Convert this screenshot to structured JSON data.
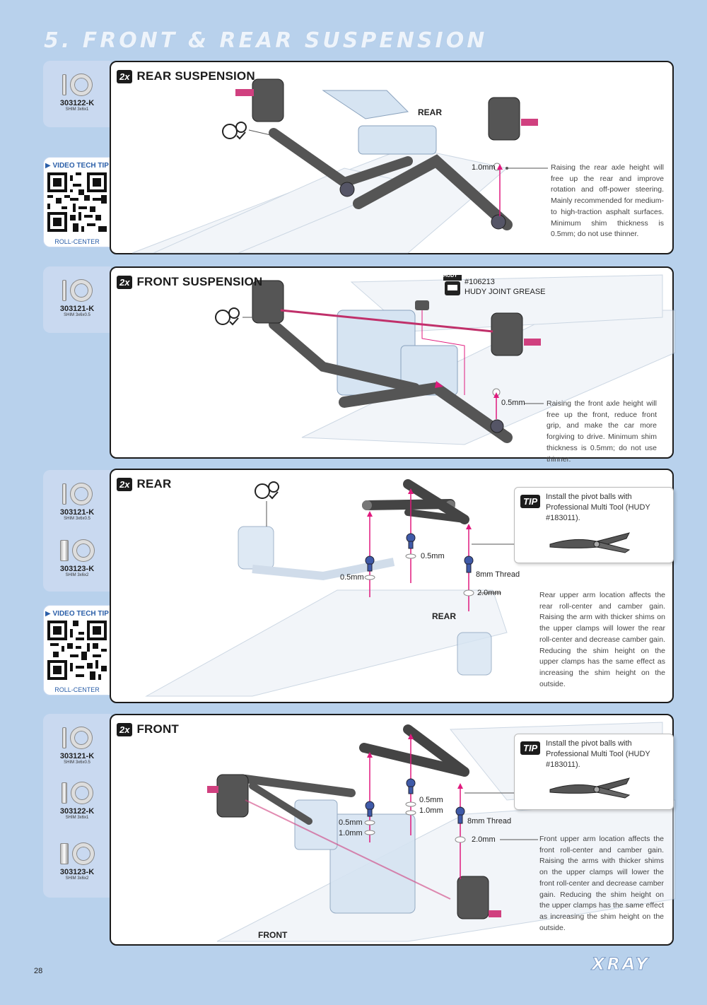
{
  "page_title": "5. FRONT & REAR SUSPENSION",
  "page_number": "28",
  "brand": "XRAY",
  "colors": {
    "accent": "#e0197d",
    "background": "#b8d1ec",
    "card": "#c9d9f0",
    "link": "#2a5ea8"
  },
  "parts": {
    "p303122": {
      "number": "303122-K",
      "desc": "SHIM 3x6x1"
    },
    "p303121": {
      "number": "303121-K",
      "desc": "SHIM 3x6x0.5"
    },
    "p303123": {
      "number": "303123-K",
      "desc": "SHIM 3x6x2"
    }
  },
  "video": {
    "label": "VIDEO TECH TIP",
    "sub": "ROLL-CENTER",
    "icon": "play-circle-icon"
  },
  "steps": {
    "rear_suspension": {
      "count": "2x",
      "title": "REAR SUSPENSION",
      "callout": "1.0mm",
      "orientation": "REAR",
      "note": "Raising the rear axle height will free up the rear and improve rotation and off-power steering. Mainly recommended for medium- to high-traction asphalt surfaces. Minimum shim thickness is 0.5mm; do not use thinner."
    },
    "front_suspension": {
      "count": "2x",
      "title": "FRONT SUSPENSION",
      "grease_brand": "HUDY",
      "grease_code": "#106213",
      "grease_name": "HUDY JOINT GREASE",
      "callout": "0.5mm",
      "note": "Raising the front axle height will free up the front, reduce front grip, and make the car more forgiving to drive. Minimum shim thickness is 0.5mm; do not use thinner."
    },
    "rear": {
      "count": "2x",
      "title": "REAR",
      "tip_label": "TIP",
      "tip": "Install the pivot balls with Professional Multi Tool (HUDY #183011).",
      "callout_a": "0.5mm",
      "callout_b": "0.5mm",
      "callout_thread": "8mm Thread",
      "callout_c": "2.0mm",
      "orientation": "REAR",
      "note": "Rear upper arm location affects the rear roll-center and camber gain. Raising the arm with thicker shims on the upper clamps will lower the rear roll-center and decrease camber gain. Reducing the shim height on the upper clamps has the same effect as increasing the shim height on the outside."
    },
    "front": {
      "count": "2x",
      "title": "FRONT",
      "tip_label": "TIP",
      "tip": "Install the pivot balls with Professional Multi Tool (HUDY #183011).",
      "callout_a": "0.5mm",
      "callout_b": "1.0mm",
      "callout_c": "0.5mm",
      "callout_d": "1.0mm",
      "callout_thread": "8mm Thread",
      "callout_e": "2.0mm",
      "orientation": "FRONT",
      "note": "Front upper arm location affects the front roll-center and camber gain. Raising the arms with thicker shims on the upper clamps will lower the front roll-center and decrease camber gain. Reducing the shim height on the upper clamps has the same effect as increasing the shim height on the outside."
    }
  }
}
